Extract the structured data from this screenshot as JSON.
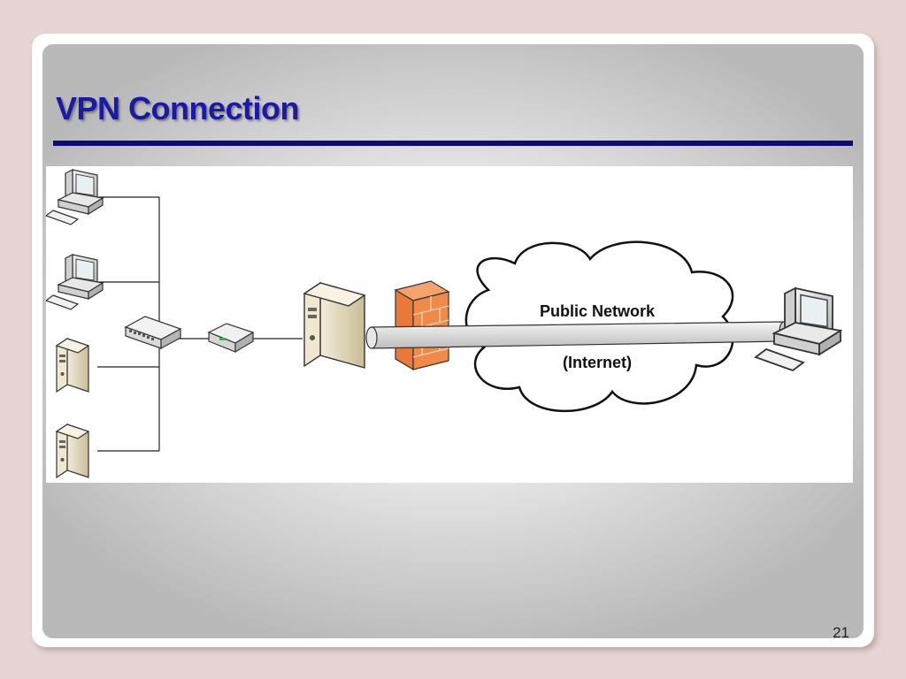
{
  "slide": {
    "title": "VPN Connection",
    "page_number": "21"
  },
  "diagram": {
    "cloud_label_line1": "Public Network",
    "cloud_label_line2": "(Internet)",
    "devices": [
      {
        "type": "workstation",
        "icon": "desktop-computer-icon"
      },
      {
        "type": "workstation",
        "icon": "desktop-computer-icon"
      },
      {
        "type": "server",
        "icon": "tower-server-icon"
      },
      {
        "type": "server",
        "icon": "tower-server-icon"
      },
      {
        "type": "switch",
        "icon": "network-switch-icon"
      },
      {
        "type": "router",
        "icon": "router-icon"
      },
      {
        "type": "vpn-server",
        "icon": "tower-server-icon"
      },
      {
        "type": "firewall",
        "icon": "firewall-icon"
      },
      {
        "type": "remote-client",
        "icon": "desktop-computer-icon"
      }
    ],
    "colors": {
      "title": "#1a1aa6",
      "rule": "#0b0b7a",
      "firewall": "#e8793a",
      "tunnel": "#dcdcdc",
      "server": "#d9cfb4"
    }
  }
}
